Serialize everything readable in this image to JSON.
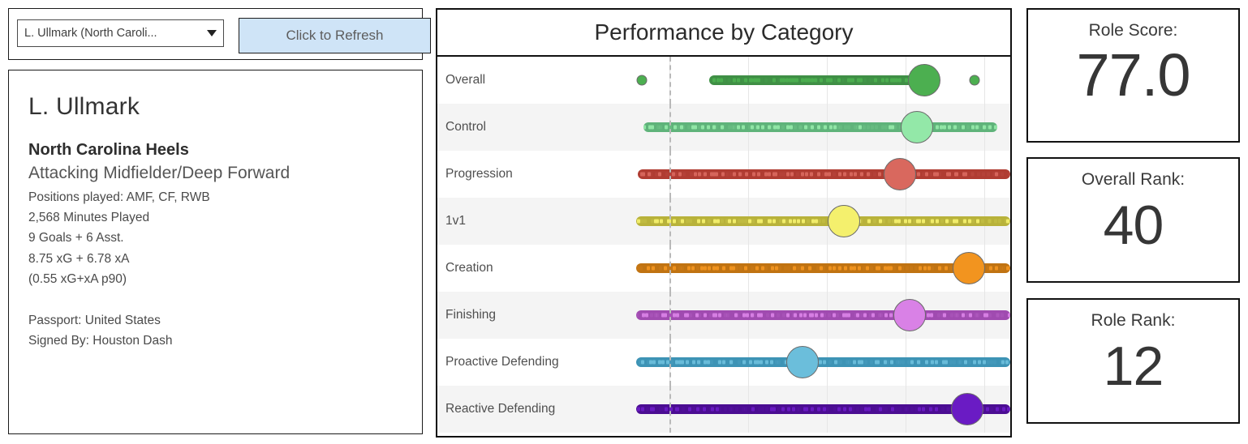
{
  "controls": {
    "player_select_value": "L. Ullmark (North Caroli...",
    "caret_icon": "chevron-down-icon",
    "refresh_label": "Click to Refresh"
  },
  "player": {
    "name": "L. Ullmark",
    "team": "North Carolina Heels",
    "role": "Attacking Midfielder/Deep Forward",
    "positions": "Positions played: AMF, CF, RWB",
    "minutes": "2,568 Minutes Played",
    "goals_assists": "9 Goals + 6 Asst.",
    "xg_xa": "8.75 xG + 6.78 xA",
    "xg_xa_p90": "(0.55 xG+xA p90)",
    "passport": "Passport: United States",
    "signed_by": "Signed By: Houston Dash"
  },
  "chart_data": {
    "type": "scatter",
    "title": "Performance by Category",
    "xlabel": "",
    "ylabel": "",
    "xlim": [
      0,
      100
    ],
    "grid": true,
    "legend": false,
    "reference_line_x": 9,
    "categories": [
      "Overall",
      "Control",
      "Progression",
      "1v1",
      "Creation",
      "Finishing",
      "Proactive Defending",
      "Reactive Defending"
    ],
    "series": [
      {
        "name": "Overall",
        "player_value": 77.0,
        "color": "#4CAF50",
        "swarm_start": 19.5,
        "swarm_end": 79.0,
        "outliers": [
          1.5,
          90.5
        ],
        "dot_color": "#3f8f45"
      },
      {
        "name": "Control",
        "player_value": 75.0,
        "color": "#93E8A8",
        "swarm_start": 2.0,
        "swarm_end": 96.5,
        "outliers": [],
        "dot_color": "#5fb37a"
      },
      {
        "name": "Progression",
        "player_value": 70.5,
        "color": "#D9685E",
        "swarm_start": 0.5,
        "swarm_end": 100.0,
        "outliers": [],
        "dot_color": "#b03c32"
      },
      {
        "name": "1v1",
        "player_value": 55.5,
        "color": "#F4F06D",
        "swarm_start": 0.0,
        "swarm_end": 100.0,
        "outliers": [],
        "dot_color": "#b8b23a"
      },
      {
        "name": "Creation",
        "player_value": 89.0,
        "color": "#F2941F",
        "swarm_start": 0.0,
        "swarm_end": 100.0,
        "outliers": [],
        "dot_color": "#c07312"
      },
      {
        "name": "Finishing",
        "player_value": 73.0,
        "color": "#D981E6",
        "swarm_start": 0.0,
        "swarm_end": 100.0,
        "outliers": [],
        "dot_color": "#a04bb0"
      },
      {
        "name": "Proactive Defending",
        "player_value": 44.5,
        "color": "#6BBEDB",
        "swarm_start": 0.0,
        "swarm_end": 100.0,
        "outliers": [],
        "dot_color": "#3d93b5"
      },
      {
        "name": "Reactive Defending",
        "player_value": 88.5,
        "color": "#6A1BC4",
        "swarm_start": 0.0,
        "swarm_end": 100.0,
        "outliers": [],
        "dot_color": "#4b0d92"
      }
    ]
  },
  "scores": [
    {
      "label": "Role Score:",
      "value": "77.0"
    },
    {
      "label": "Overall Rank:",
      "value": "40"
    },
    {
      "label": "Role Rank:",
      "value": "12"
    }
  ]
}
